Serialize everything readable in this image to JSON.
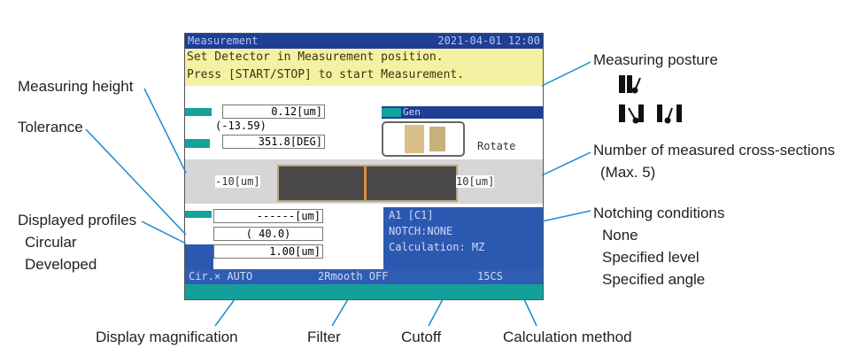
{
  "screen": {
    "title": "Measurement",
    "datetime": "2021-04-01 12:00",
    "message_line1": "Set Detector in Measurement position.",
    "message_line2": "Press [START/STOP] to start Measurement.",
    "height_value": "0.12[um]",
    "height_sub": "(-13.59)",
    "angle_value": "351.8[DEG]",
    "posture_header": "Gen",
    "rotate_label": "Rotate",
    "scale_left": "-10[um]",
    "scale_right": "10[um]",
    "tolerance_value": "------[um]",
    "tolerance_sub": "( 40.0)",
    "magnification_value": "1.00[um]",
    "notch_line1": "A1 [C1]",
    "notch_line2": "NOTCH:NONE",
    "notch_line3": "Calculation: MZ",
    "status_magnification": "Cir.× AUTO",
    "status_filter": "2Rmooth OFF",
    "status_cutoff": "15CS"
  },
  "callouts": {
    "measuring_height": "Measuring height",
    "tolerance": "Tolerance",
    "displayed_profiles": "Displayed profiles",
    "circular": "Circular",
    "developed": "Developed",
    "measuring_posture": "Measuring posture",
    "cross_sections": "Number of measured cross-sections",
    "cross_sections_max": "(Max. 5)",
    "notching_conditions": "Notching conditions",
    "notch_none": "None",
    "notch_level": "Specified level",
    "notch_angle": "Specified angle",
    "display_magnification": "Display magnification",
    "filter": "Filter",
    "cutoff": "Cutoff",
    "calculation_method": "Calculation method"
  },
  "colors": {
    "callout_line": "#1a8ad0",
    "title_blue": "#1f3f94",
    "teal": "#13a39c",
    "yellow": "#f6f0a2"
  }
}
